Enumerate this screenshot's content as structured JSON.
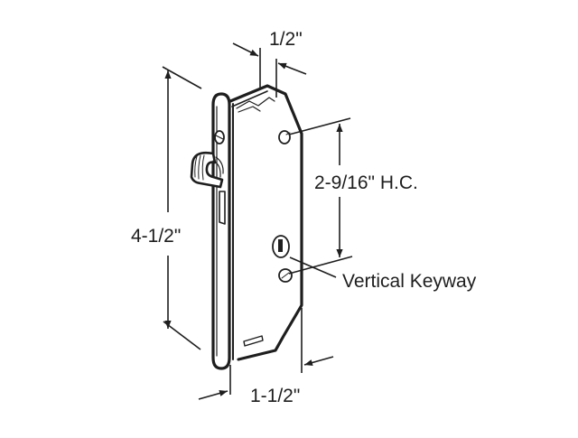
{
  "diagram": {
    "subject": "Mortise lock",
    "colors": {
      "line": "#1e1e1e",
      "background": "#ffffff"
    },
    "dimensions": {
      "thickness": {
        "label": "1/2\""
      },
      "height": {
        "label": "4-1/2\""
      },
      "hole_centers": {
        "label": "2-9/16\" H.C."
      },
      "width": {
        "label": "1-1/2\""
      }
    },
    "callouts": {
      "keyway": {
        "label": "Vertical Keyway"
      }
    }
  }
}
